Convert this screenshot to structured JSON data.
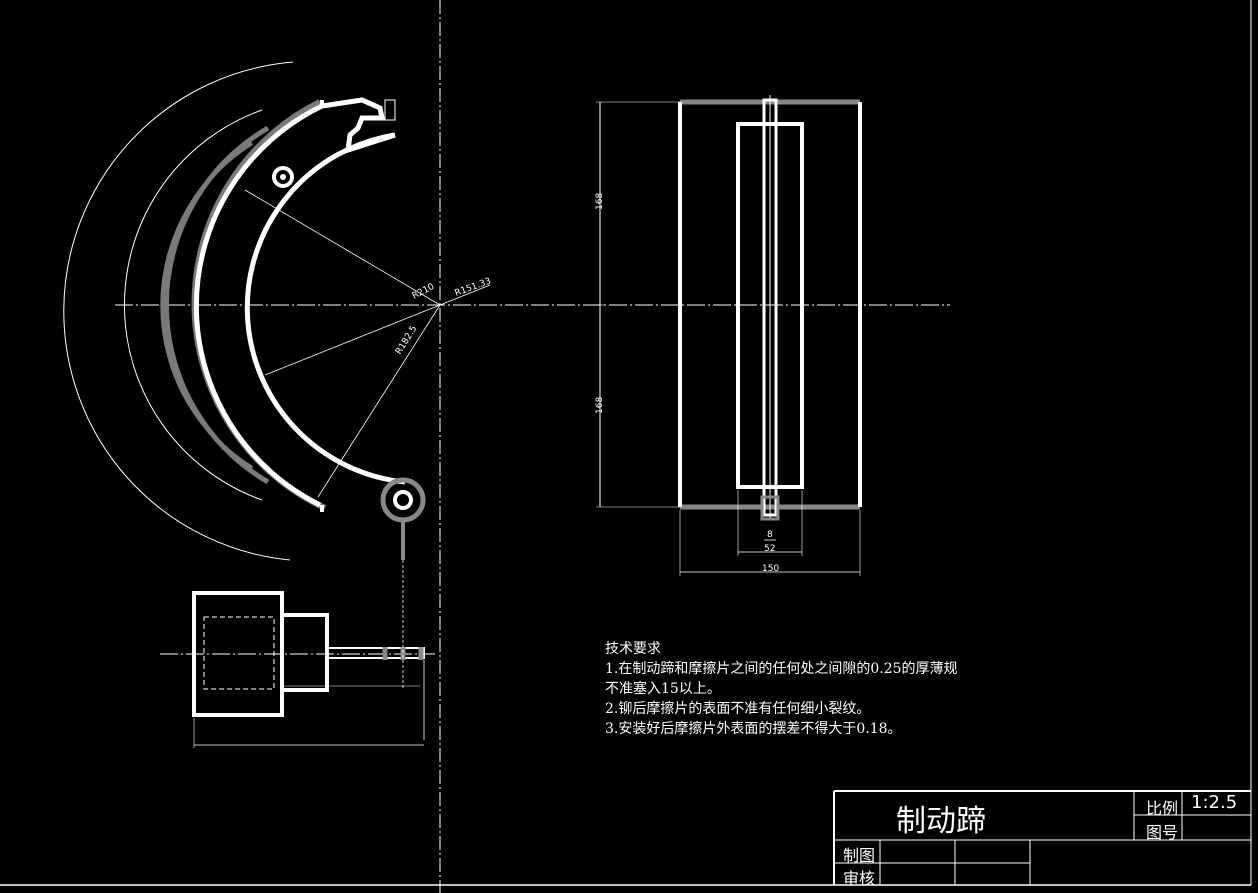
{
  "drawing": {
    "dimensions": {
      "r210": "R210",
      "r151": "R151.33",
      "r182": "R182.5",
      "d168_top": "168",
      "d168_bottom": "168",
      "d8": "8",
      "d52": "52",
      "d150": "150"
    }
  },
  "notes": {
    "title": "技术要求",
    "line1": "1.在制动蹄和摩擦片之间的任何处之间隙的0.25的厚薄规",
    "line2": "不准塞入15以上。",
    "line3": "2.铆后摩擦片的表面不准有任何细小裂纹。",
    "line4": "3.安装好后摩擦片外表面的摆差不得大于0.18。"
  },
  "title_block": {
    "part_name": "制动蹄",
    "scale_label": "比例",
    "scale_value": "1:2.5",
    "drawing_no_label": "图号",
    "drawn_label": "制图",
    "checked_label": "审核"
  }
}
